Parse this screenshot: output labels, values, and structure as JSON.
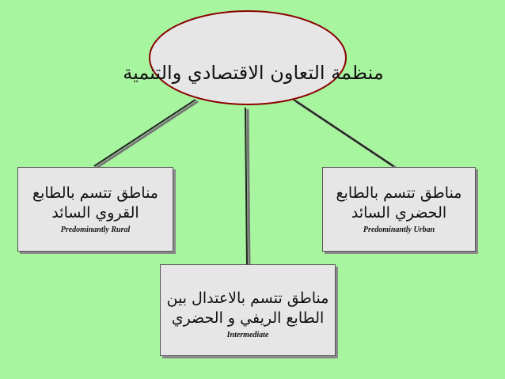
{
  "title": "منظمة التعاون الاقتصادي والتنمية",
  "nodes": {
    "rural": {
      "arabic_line1": "مناطق تتسم بالطابع",
      "arabic_line2": "القروي السائد",
      "english": "Predominantly Rural"
    },
    "urban": {
      "arabic_line1": "مناطق تتسم بالطابع",
      "arabic_line2": "الحضري السائد",
      "english": "Predominantly Urban"
    },
    "intermediate": {
      "arabic_line1": "مناطق تتسم بالاعتدال بين",
      "arabic_line2": "الطابع الريفي و الحضري",
      "english": "Intermediate"
    }
  },
  "colors": {
    "background": "#a8f5a0",
    "ellipse_fill": "#e6e6e6",
    "ellipse_border": "#8b0000",
    "box_fill": "#e6e6e6",
    "connector": "#222222"
  }
}
